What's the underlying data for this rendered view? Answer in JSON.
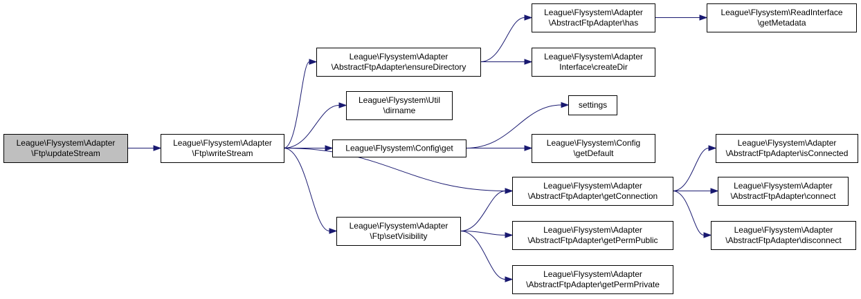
{
  "diagram": {
    "colors": {
      "edge": "#191970",
      "node_border": "#000000",
      "node_fill": "#ffffff",
      "root_fill": "#bfbfbf"
    },
    "nodes": [
      {
        "id": "updateStream",
        "root": true,
        "lines": [
          "League\\Flysystem\\Adapter",
          "\\Ftp\\updateStream"
        ]
      },
      {
        "id": "writeStream",
        "lines": [
          "League\\Flysystem\\Adapter",
          "\\Ftp\\writeStream"
        ]
      },
      {
        "id": "ensureDirectory",
        "lines": [
          "League\\Flysystem\\Adapter",
          "\\AbstractFtpAdapter\\ensureDirectory"
        ]
      },
      {
        "id": "dirname",
        "lines": [
          "League\\Flysystem\\Util",
          "\\dirname"
        ]
      },
      {
        "id": "configGet",
        "lines": [
          "League\\Flysystem\\Config\\get"
        ]
      },
      {
        "id": "getConnection",
        "lines": [
          "League\\Flysystem\\Adapter",
          "\\AbstractFtpAdapter\\getConnection"
        ]
      },
      {
        "id": "setVisibility",
        "lines": [
          "League\\Flysystem\\Adapter",
          "\\Ftp\\setVisibility"
        ]
      },
      {
        "id": "has",
        "lines": [
          "League\\Flysystem\\Adapter",
          "\\AbstractFtpAdapter\\has"
        ]
      },
      {
        "id": "createDir",
        "lines": [
          "League\\Flysystem\\Adapter",
          "Interface\\createDir"
        ]
      },
      {
        "id": "settings",
        "lines": [
          "settings"
        ]
      },
      {
        "id": "getDefault",
        "lines": [
          "League\\Flysystem\\Config",
          "\\getDefault"
        ]
      },
      {
        "id": "getPermPublic",
        "lines": [
          "League\\Flysystem\\Adapter",
          "\\AbstractFtpAdapter\\getPermPublic"
        ]
      },
      {
        "id": "getPermPrivate",
        "lines": [
          "League\\Flysystem\\Adapter",
          "\\AbstractFtpAdapter\\getPermPrivate"
        ]
      },
      {
        "id": "getMetadata",
        "lines": [
          "League\\Flysystem\\ReadInterface",
          "\\getMetadata"
        ]
      },
      {
        "id": "isConnected",
        "lines": [
          "League\\Flysystem\\Adapter",
          "\\AbstractFtpAdapter\\isConnected"
        ]
      },
      {
        "id": "connect",
        "lines": [
          "League\\Flysystem\\Adapter",
          "\\AbstractFtpAdapter\\connect"
        ]
      },
      {
        "id": "disconnect",
        "lines": [
          "League\\Flysystem\\Adapter",
          "\\AbstractFtpAdapter\\disconnect"
        ]
      }
    ],
    "edges": [
      {
        "from": "updateStream",
        "to": "writeStream"
      },
      {
        "from": "writeStream",
        "to": "ensureDirectory"
      },
      {
        "from": "writeStream",
        "to": "dirname"
      },
      {
        "from": "writeStream",
        "to": "configGet"
      },
      {
        "from": "writeStream",
        "to": "getConnection"
      },
      {
        "from": "writeStream",
        "to": "setVisibility"
      },
      {
        "from": "ensureDirectory",
        "to": "has"
      },
      {
        "from": "ensureDirectory",
        "to": "createDir"
      },
      {
        "from": "has",
        "to": "getMetadata"
      },
      {
        "from": "configGet",
        "to": "settings"
      },
      {
        "from": "configGet",
        "to": "getDefault"
      },
      {
        "from": "getConnection",
        "to": "isConnected"
      },
      {
        "from": "getConnection",
        "to": "connect"
      },
      {
        "from": "getConnection",
        "to": "disconnect"
      },
      {
        "from": "setVisibility",
        "to": "getConnection"
      },
      {
        "from": "setVisibility",
        "to": "getPermPublic"
      },
      {
        "from": "setVisibility",
        "to": "getPermPrivate"
      }
    ]
  }
}
